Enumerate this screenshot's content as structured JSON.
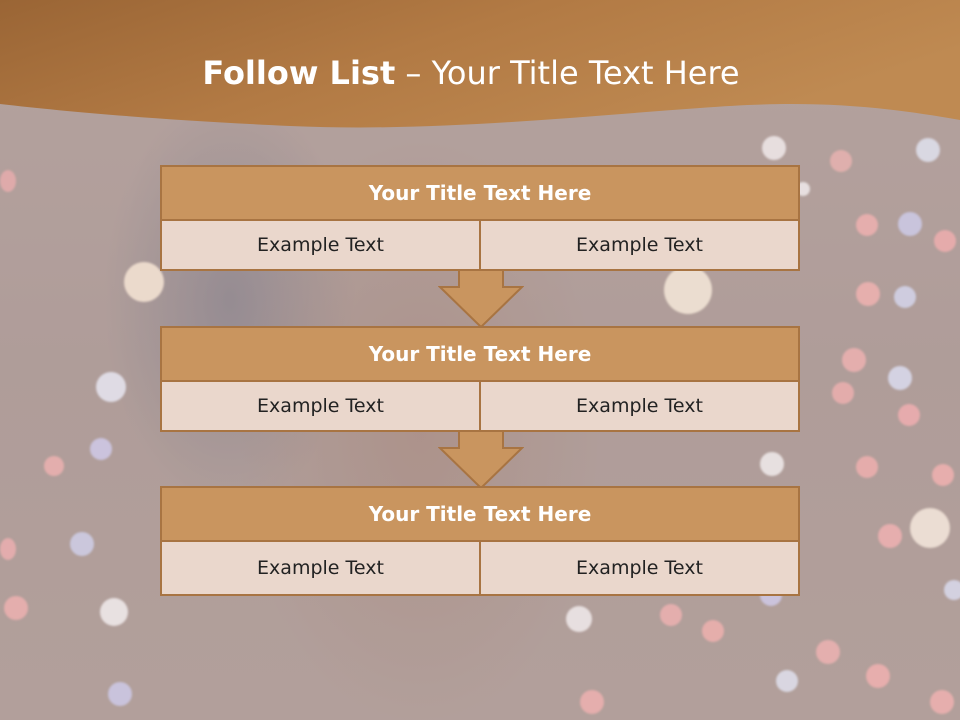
{
  "title": {
    "bold": "Follow List",
    "rest": " – Your Title Text Here"
  },
  "blocks": [
    {
      "title": "Your Title Text Here",
      "cells": [
        "Example Text",
        "Example Text"
      ]
    },
    {
      "title": "Your Title Text Here",
      "cells": [
        "Example Text",
        "Example Text"
      ]
    },
    {
      "title": "Your Title Text Here",
      "cells": [
        "Example Text",
        "Example Text"
      ]
    }
  ],
  "colors": {
    "header": "#b27a44",
    "block_title": "#c9955f",
    "cell": "#ead7cc",
    "border": "#a87442"
  },
  "icons": [
    "down-arrow-icon",
    "down-arrow-icon"
  ]
}
